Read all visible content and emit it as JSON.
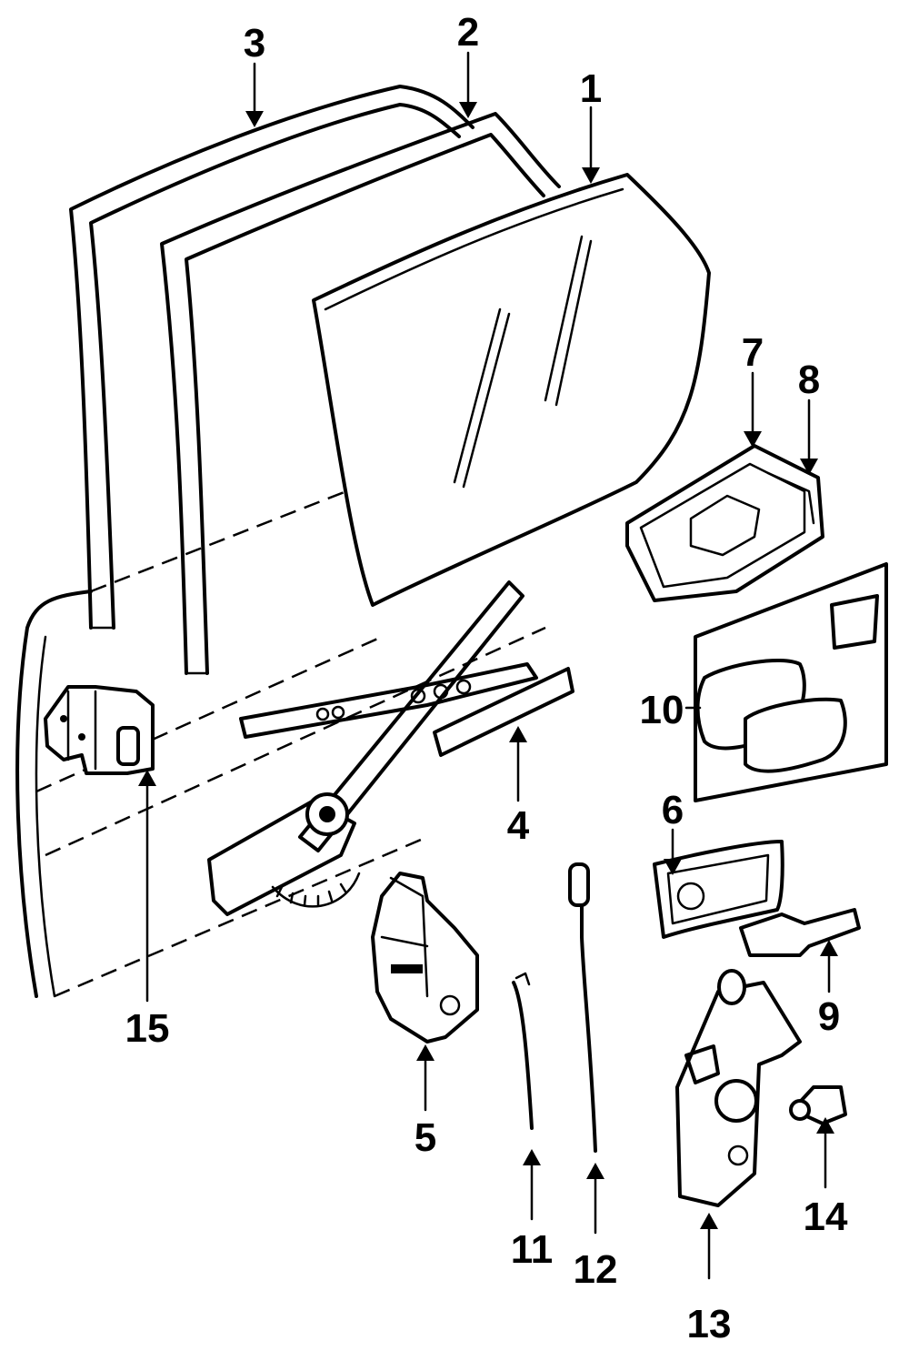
{
  "callouts": {
    "c1": "1",
    "c2": "2",
    "c3": "3",
    "c4": "4",
    "c5": "5",
    "c6": "6",
    "c7": "7",
    "c8": "8",
    "c9": "9",
    "c10": "10",
    "c11": "11",
    "c12": "12",
    "c13": "13",
    "c14": "14",
    "c15": "15"
  },
  "colors": {
    "ink": "#000000",
    "paper": "#ffffff"
  }
}
